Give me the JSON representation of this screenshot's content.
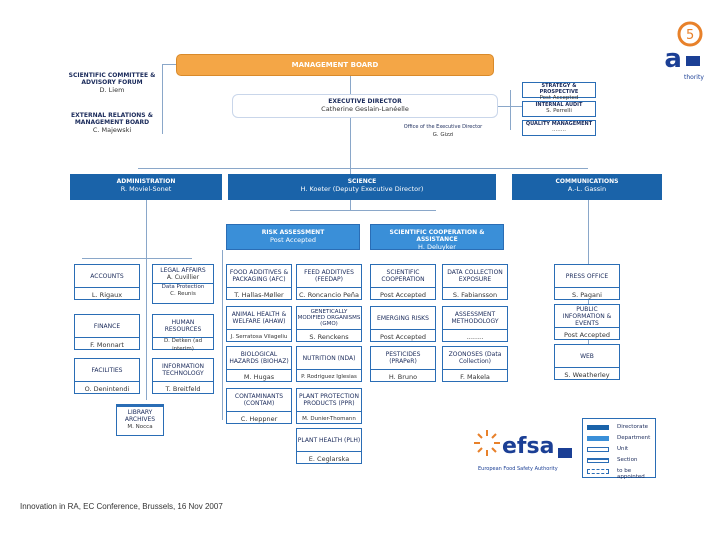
{
  "logo": {
    "text": "efsa",
    "tagline_partial": "thority"
  },
  "management_board": "MANAGEMENT BOARD",
  "advisory": {
    "title": "SCIENTIFIC COMMITTEE & ADVISORY FORUM",
    "name": "D. Liem"
  },
  "external": {
    "title": "EXTERNAL RELATIONS & MANAGEMENT BOARD",
    "name": "C. Majewski"
  },
  "executive_director": {
    "title": "EXECUTIVE DIRECTOR",
    "name": "Catherine Geslain-Lanéelle"
  },
  "office_ed": {
    "title": "Office of the Executive Director",
    "name": "G. Gizzi"
  },
  "side_units": [
    {
      "title": "STRATEGY & PROSPECTIVE",
      "name": "Post Accepted"
    },
    {
      "title": "INTERNAL AUDIT",
      "name": "S. Perrelli"
    },
    {
      "title": "QUALITY MANAGEMENT",
      "name": "........"
    }
  ],
  "directorates": [
    {
      "title": "ADMINISTRATION",
      "name": "R. Moviel-Sonet"
    },
    {
      "title": "SCIENCE",
      "name": "H. Koeter (Deputy Executive Director)"
    },
    {
      "title": "COMMUNICATIONS",
      "name": "A.-L. Gassin"
    }
  ],
  "departments": [
    {
      "title": "RISK ASSESSMENT",
      "name": "Post Accepted"
    },
    {
      "title": "SCIENTIFIC COOPERATION & ASSISTANCE",
      "name": "H. Deluyker"
    }
  ],
  "admin_left": [
    {
      "title": "ACCOUNTS",
      "name": "L. Rigaux"
    },
    {
      "title": "FINANCE",
      "name": "F. Monnart"
    },
    {
      "title": "FACILITIES",
      "name": "O. Denintendi"
    }
  ],
  "legal": {
    "title": "LEGAL AFFAIRS",
    "name": "A. Cuvillier",
    "sub_title": "Data Protection",
    "sub_name": "C. Reunis"
  },
  "admin_right": [
    {
      "title": "HUMAN RESOURCES",
      "name": "D. Detken (ad interim)"
    },
    {
      "title": "INFORMATION TECHNOLOGY",
      "name": "T. Breitfeld"
    }
  ],
  "library": {
    "title": "LIBRARY ARCHIVES",
    "name": "M. Nocca"
  },
  "risk_col1": [
    {
      "title": "FOOD ADDITIVES & PACKAGING (AFC)",
      "name": "T. Hallas-Møller"
    },
    {
      "title": "ANIMAL HEALTH & WELFARE (AHAW)",
      "name": "J. Serratosa Vilageliu"
    },
    {
      "title": "BIOLOGICAL HAZARDS (BIOHAZ)",
      "name": "M. Hugas"
    },
    {
      "title": "CONTAMINANTS (CONTAM)",
      "name": "C. Heppner"
    }
  ],
  "risk_col2": [
    {
      "title": "FEED ADDITIVES (FEEDAP)",
      "name": "C. Roncancio Peña"
    },
    {
      "title": "GENETICALLY MODIFIED ORGANISMS (GMO)",
      "name": "S. Renckens"
    },
    {
      "title": "NUTRITION (NDA)",
      "name": "P. Rodriguez Iglesias"
    },
    {
      "title": "PLANT PROTECTION PRODUCTS (PPR)",
      "name": "M. Dunier-Thomann"
    },
    {
      "title": "PLANT HEALTH (PLH)",
      "name": "E. Ceglarska"
    }
  ],
  "coop_col1": [
    {
      "title": "SCIENTIFIC COOPERATION",
      "name": "Post Accepted"
    },
    {
      "title": "EMERGING RISKS",
      "name": "Post Accepted"
    },
    {
      "title": "PESTICIDES (PRAPeR)",
      "name": "H. Bruno"
    }
  ],
  "coop_col2": [
    {
      "title": "DATA COLLECTION EXPOSURE",
      "name": "S. Fabiansson"
    },
    {
      "title": "ASSESSMENT METHODOLOGY",
      "name": "........"
    },
    {
      "title": "ZOONOSES (Data Collection)",
      "name": "F. Makela"
    }
  ],
  "comm_col": [
    {
      "title": "PRESS OFFICE",
      "name": "S. Pagani"
    },
    {
      "title": "PUBLIC INFORMATION & EVENTS",
      "name": "Post Accepted"
    },
    {
      "title": "WEB",
      "name": "S. Weatherley"
    }
  ],
  "efsa_block": {
    "logo": "efsa",
    "tagline": "European Food Safety Authority"
  },
  "legend": [
    "Directorate",
    "Department",
    "Unit",
    "Section",
    "to be appointed"
  ],
  "footer": "Innovation in RA, EC Conference, Brussels, 16 Nov 2007",
  "colors": {
    "directorate": "#1a63a9",
    "department": "#3a8fd8",
    "board": "#f4a646",
    "line": "#8aa7c9"
  }
}
